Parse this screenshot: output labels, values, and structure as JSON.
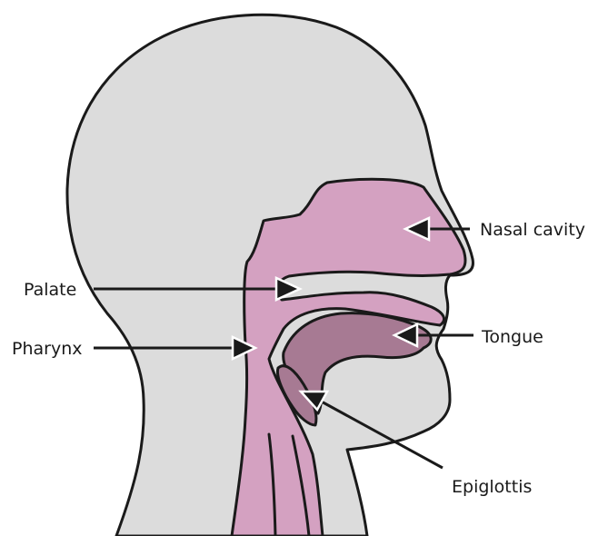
{
  "labels": {
    "nasal_cavity": "Nasal cavity",
    "palate": "Palate",
    "pharynx": "Pharynx",
    "tongue": "Tongue",
    "epiglottis": "Epiglottis"
  },
  "colors": {
    "head_fill": "#dcdcdc",
    "airway_fill": "#d4a1c1",
    "tongue_fill": "#a77a93",
    "outline": "#1a1a1a",
    "background": "#ffffff"
  }
}
